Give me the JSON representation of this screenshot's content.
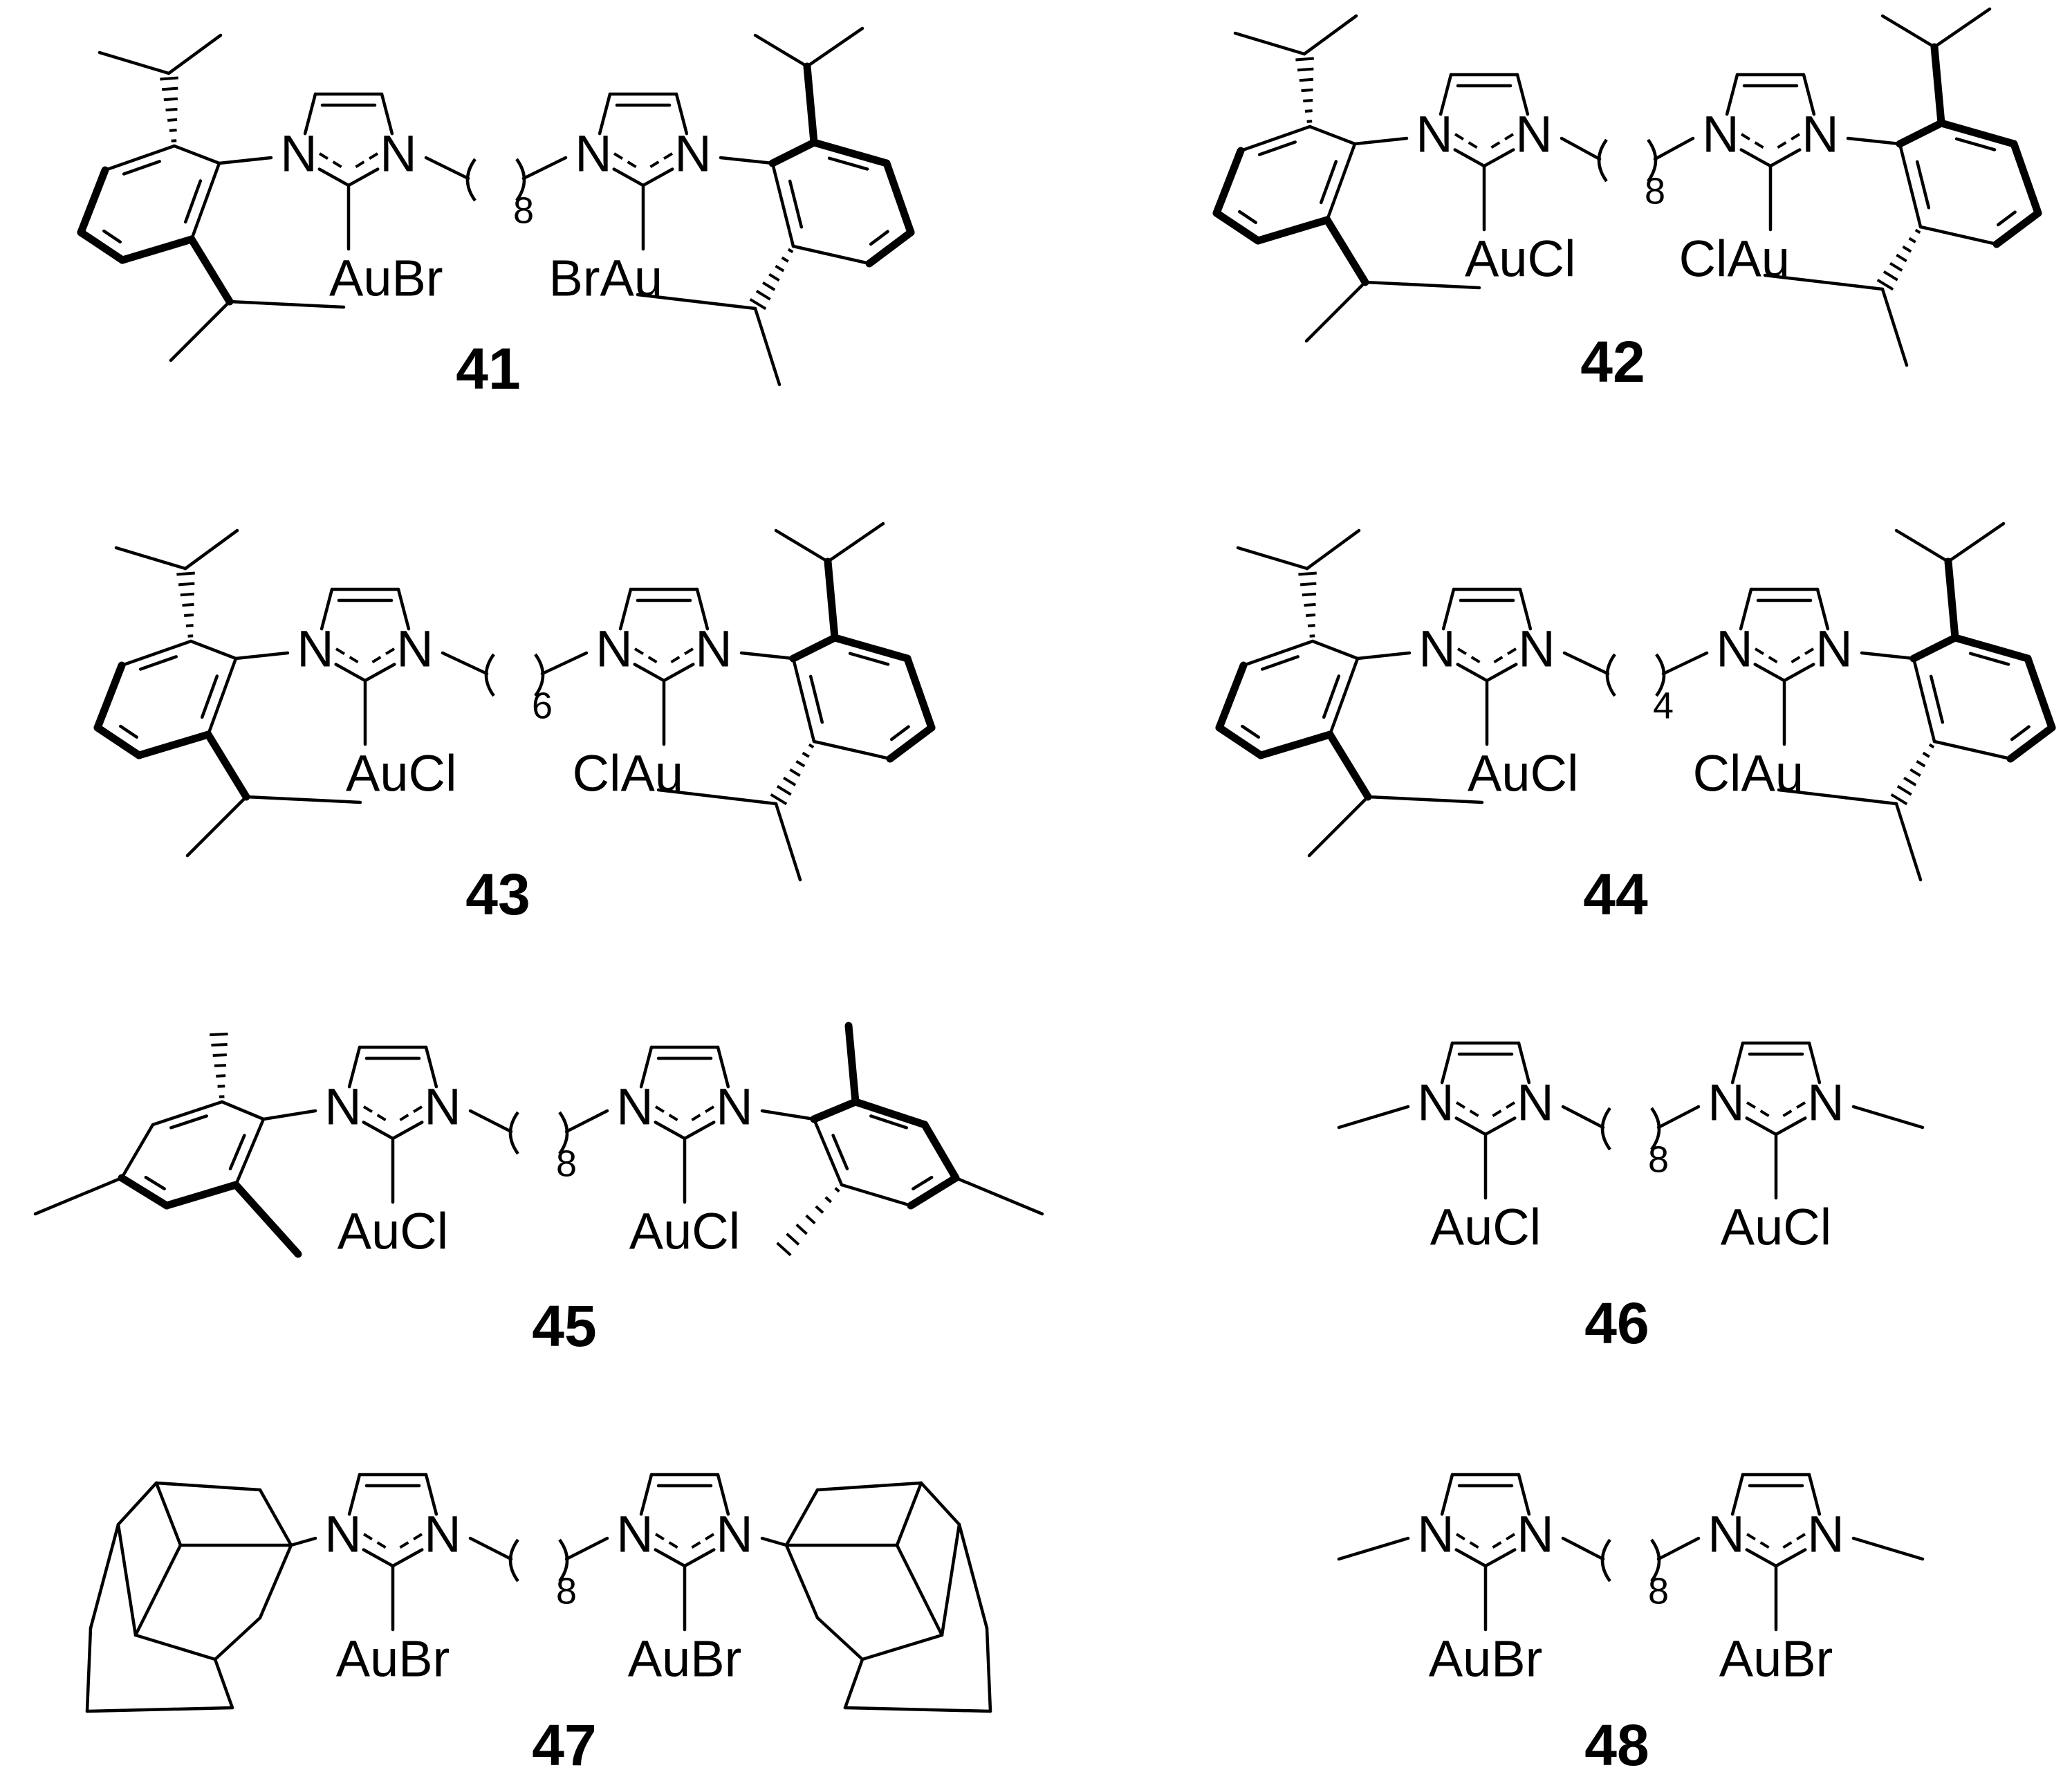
{
  "structures": [
    {
      "id": "41",
      "linker_n": "8",
      "metal_left": "AuBr",
      "metal_right": "BrAu"
    },
    {
      "id": "42",
      "linker_n": "8",
      "metal_left": "AuCl",
      "metal_right": "ClAu"
    },
    {
      "id": "43",
      "linker_n": "6",
      "metal_left": "AuCl",
      "metal_right": "ClAu"
    },
    {
      "id": "44",
      "linker_n": "4",
      "metal_left": "AuCl",
      "metal_right": "ClAu"
    },
    {
      "id": "45",
      "linker_n": "8",
      "metal_left": "AuCl",
      "metal_right": "AuCl"
    },
    {
      "id": "46",
      "linker_n": "8",
      "metal_left": "AuCl",
      "metal_right": "AuCl"
    },
    {
      "id": "47",
      "linker_n": "8",
      "metal_left": "AuBr",
      "metal_right": "AuBr"
    },
    {
      "id": "48",
      "linker_n": "8",
      "metal_left": "AuBr",
      "metal_right": "AuBr"
    }
  ],
  "atoms": {
    "nitrogen": "N"
  }
}
